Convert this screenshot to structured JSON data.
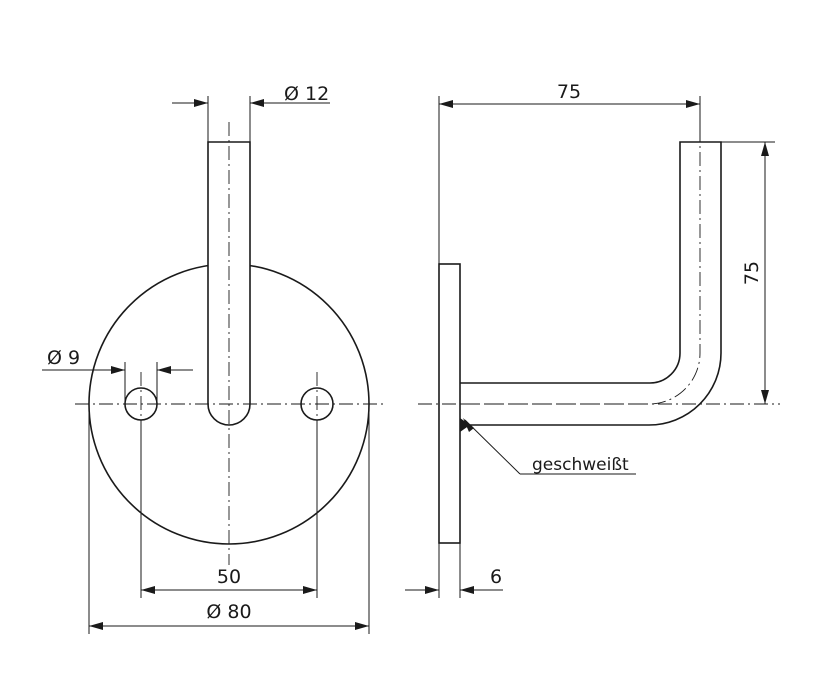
{
  "drawing": {
    "front_view": {
      "rod_diameter_label": "Ø 12",
      "hole_diameter_label": "Ø 9",
      "hole_spacing_label": "50",
      "plate_diameter_label": "Ø 80"
    },
    "side_view": {
      "projection_label": "75",
      "height_label": "75",
      "plate_thickness_label": "6",
      "weld_note": "geschweißt"
    },
    "colors": {
      "line": "#1a1a1a",
      "background": "#ffffff"
    }
  }
}
